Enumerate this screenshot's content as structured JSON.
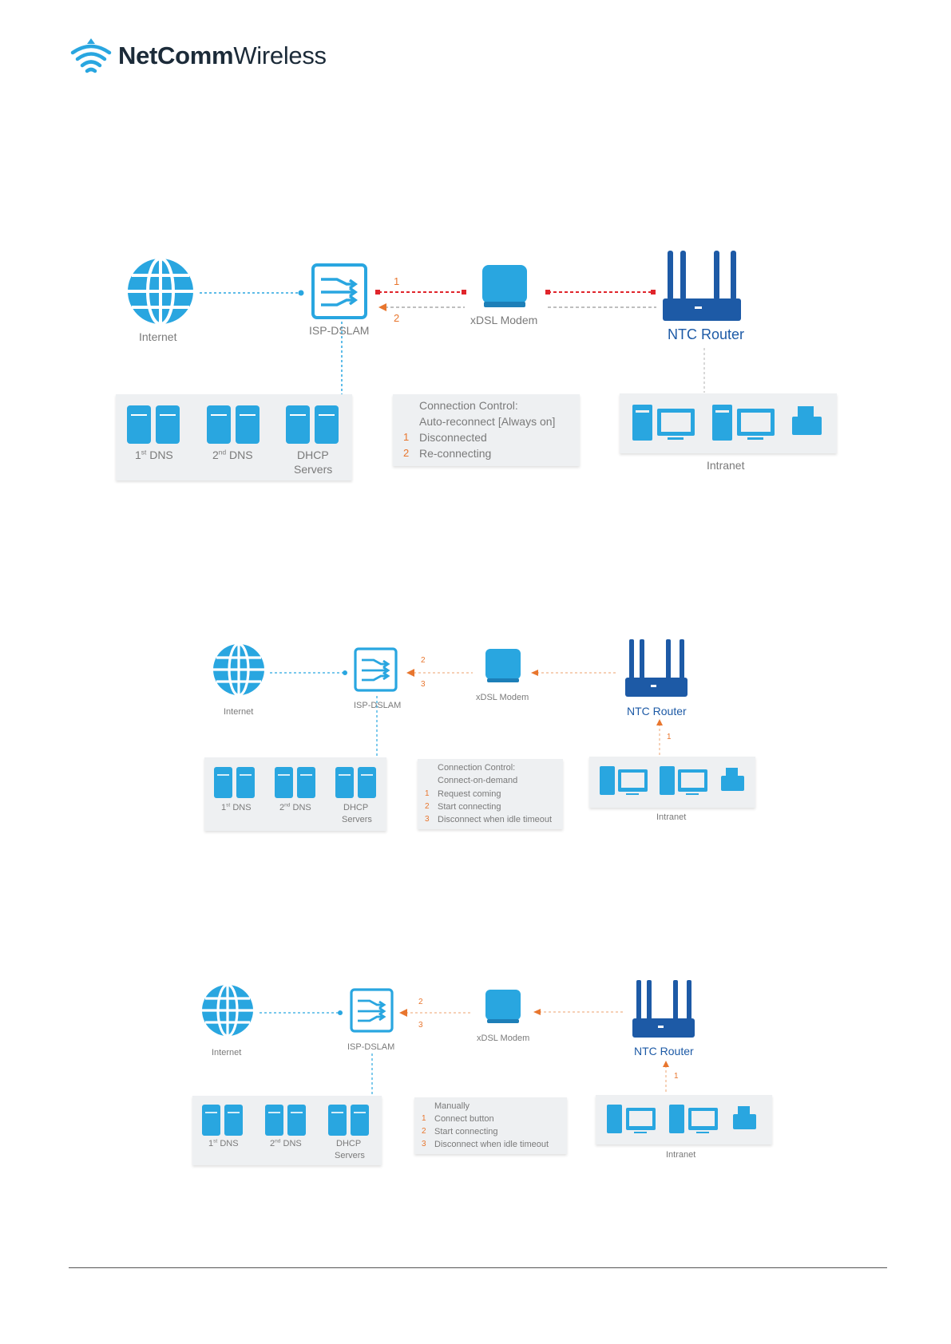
{
  "brand": {
    "bold": "NetComm",
    "light": "Wireless"
  },
  "colors": {
    "blue": "#29a6e0",
    "dark_blue": "#1d5aa6",
    "orange": "#e8762e",
    "red": "#e0252b",
    "panel": "#eef0f2"
  },
  "diagrams": [
    {
      "internet": "Internet",
      "dslam": "ISP-DSLAM",
      "modem": "xDSL Modem",
      "router": "NTC Router",
      "intranet": "Intranet",
      "arrow1": "1",
      "arrow2": "2",
      "dns1": {
        "num": "1",
        "sup": "st",
        "rest": " DNS"
      },
      "dns2": {
        "num": "2",
        "sup": "nd",
        "rest": " DNS"
      },
      "dhcp1": "DHCP",
      "dhcp2": "Servers",
      "control": {
        "title": "Connection Control:",
        "mode": "Auto-reconnect [Always on]",
        "items": [
          {
            "num": "1",
            "text": "Disconnected"
          },
          {
            "num": "2",
            "text": "Re-connecting"
          }
        ]
      }
    },
    {
      "internet": "Internet",
      "dslam": "ISP-DSLAM",
      "modem": "xDSL Modem",
      "router": "NTC Router",
      "intranet": "Intranet",
      "arrow1": "1",
      "arrow2": "2",
      "arrow3": "3",
      "dns1": {
        "num": "1",
        "sup": "st",
        "rest": " DNS"
      },
      "dns2": {
        "num": "2",
        "sup": "nd",
        "rest": " DNS"
      },
      "dhcp1": "DHCP",
      "dhcp2": "Servers",
      "control": {
        "title": "Connection Control:",
        "mode": "Connect-on-demand",
        "items": [
          {
            "num": "1",
            "text": "Request coming"
          },
          {
            "num": "2",
            "text": "Start connecting"
          },
          {
            "num": "3",
            "text": "Disconnect when idle timeout"
          }
        ]
      }
    },
    {
      "internet": "Internet",
      "dslam": "ISP-DSLAM",
      "modem": "xDSL Modem",
      "router": "NTC Router",
      "intranet": "Intranet",
      "arrow1": "1",
      "arrow2": "2",
      "arrow3": "3",
      "dns1": {
        "num": "1",
        "sup": "st",
        "rest": " DNS"
      },
      "dns2": {
        "num": "2",
        "sup": "nd",
        "rest": " DNS"
      },
      "dhcp1": "DHCP",
      "dhcp2": "Servers",
      "control": {
        "title": "Manually",
        "items": [
          {
            "num": "1",
            "text": "Connect button"
          },
          {
            "num": "2",
            "text": "Start connecting"
          },
          {
            "num": "3",
            "text": "Disconnect when idle timeout"
          }
        ]
      }
    }
  ]
}
